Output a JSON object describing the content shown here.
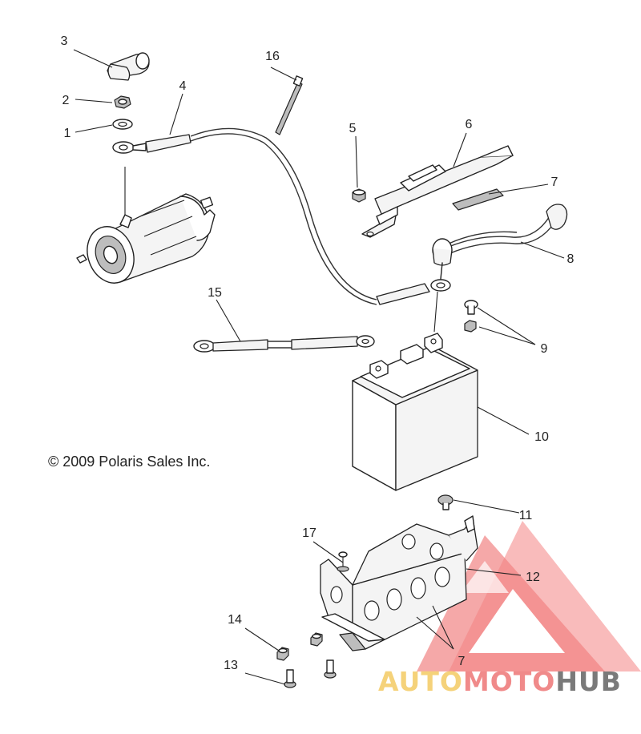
{
  "copyright": "© 2009 Polaris Sales Inc.",
  "watermark": {
    "part1": "AUTO",
    "part2": "MOTO",
    "part3": "HUB",
    "colors": {
      "auto": "#f5d27a",
      "moto": "#f08a8a",
      "hub": "#7a7a7a",
      "logo": "#f26d6d"
    }
  },
  "callouts": [
    {
      "id": "c1",
      "label": "1"
    },
    {
      "id": "c2",
      "label": "2"
    },
    {
      "id": "c3",
      "label": "3"
    },
    {
      "id": "c4",
      "label": "4"
    },
    {
      "id": "c5",
      "label": "5"
    },
    {
      "id": "c6",
      "label": "6"
    },
    {
      "id": "c7a",
      "label": "7"
    },
    {
      "id": "c8",
      "label": "8"
    },
    {
      "id": "c9",
      "label": "9"
    },
    {
      "id": "c10",
      "label": "10"
    },
    {
      "id": "c11",
      "label": "11"
    },
    {
      "id": "c12",
      "label": "12"
    },
    {
      "id": "c13",
      "label": "13"
    },
    {
      "id": "c14",
      "label": "14"
    },
    {
      "id": "c15",
      "label": "15"
    },
    {
      "id": "c16",
      "label": "16"
    },
    {
      "id": "c17",
      "label": "17"
    },
    {
      "id": "c7b",
      "label": "7"
    }
  ]
}
